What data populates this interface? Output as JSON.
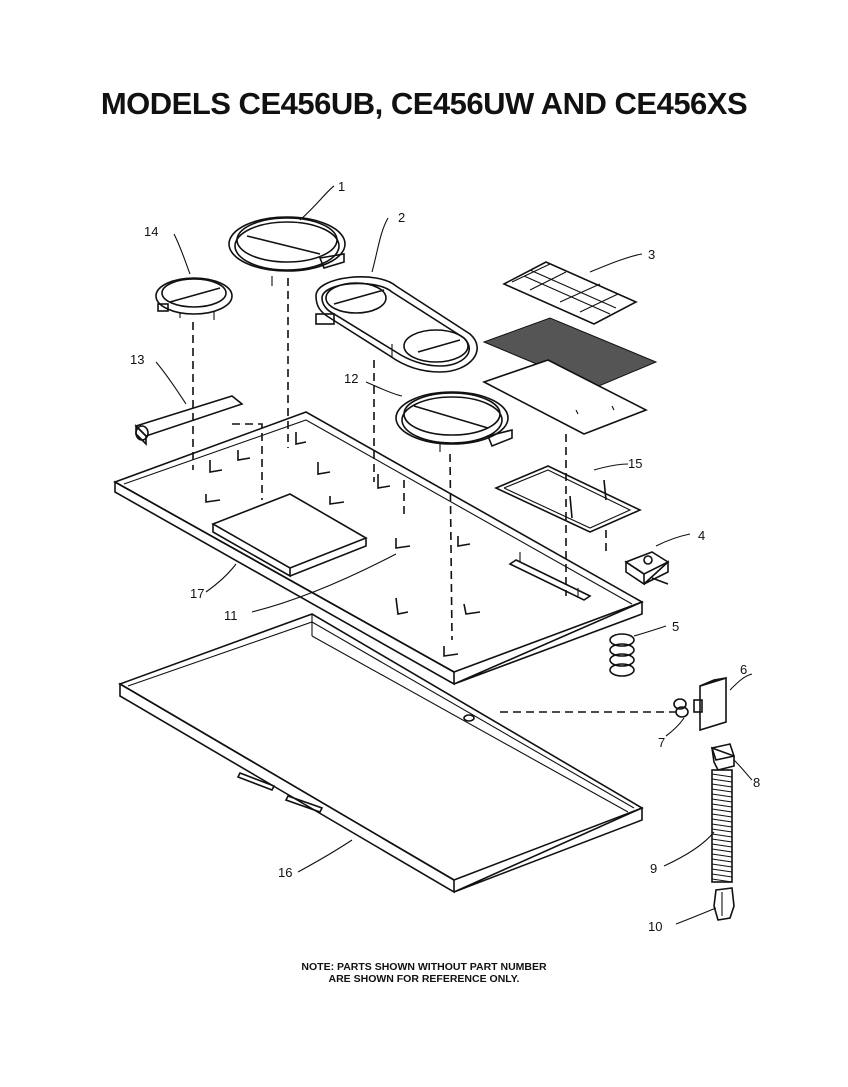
{
  "title": "MODELS CE456UB, CE456UW AND CE456XS",
  "note_line1": "NOTE: PARTS SHOWN WITHOUT PART NUMBER",
  "note_line2": "ARE SHOWN FOR REFERENCE ONLY.",
  "callouts": {
    "c1": "1",
    "c2": "2",
    "c3": "3",
    "c4": "4",
    "c5": "5",
    "c6": "6",
    "c7": "7",
    "c8": "8",
    "c9": "9",
    "c10": "10",
    "c11": "11",
    "c12": "12",
    "c13": "13",
    "c14": "14",
    "c15": "15",
    "c16": "16",
    "c17": "17"
  }
}
